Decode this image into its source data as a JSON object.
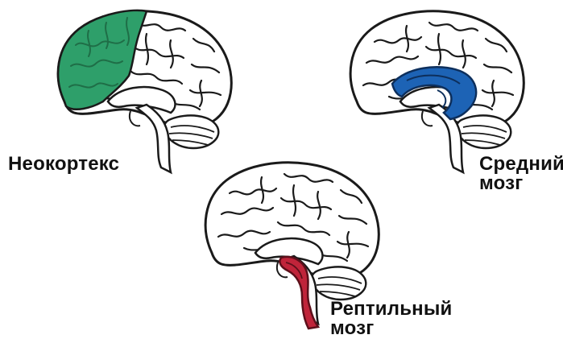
{
  "diagram": {
    "brains": [
      {
        "label_lines": [
          "Неокортекс"
        ],
        "highlight": "neocortex",
        "color": "#2e9f6a"
      },
      {
        "label_lines": [
          "Средний",
          "мозг"
        ],
        "highlight": "limbic",
        "color": "#1d63b5"
      },
      {
        "label_lines": [
          "Рептильный",
          "мозг"
        ],
        "highlight": "brainstem",
        "color": "#c0243a"
      }
    ]
  }
}
